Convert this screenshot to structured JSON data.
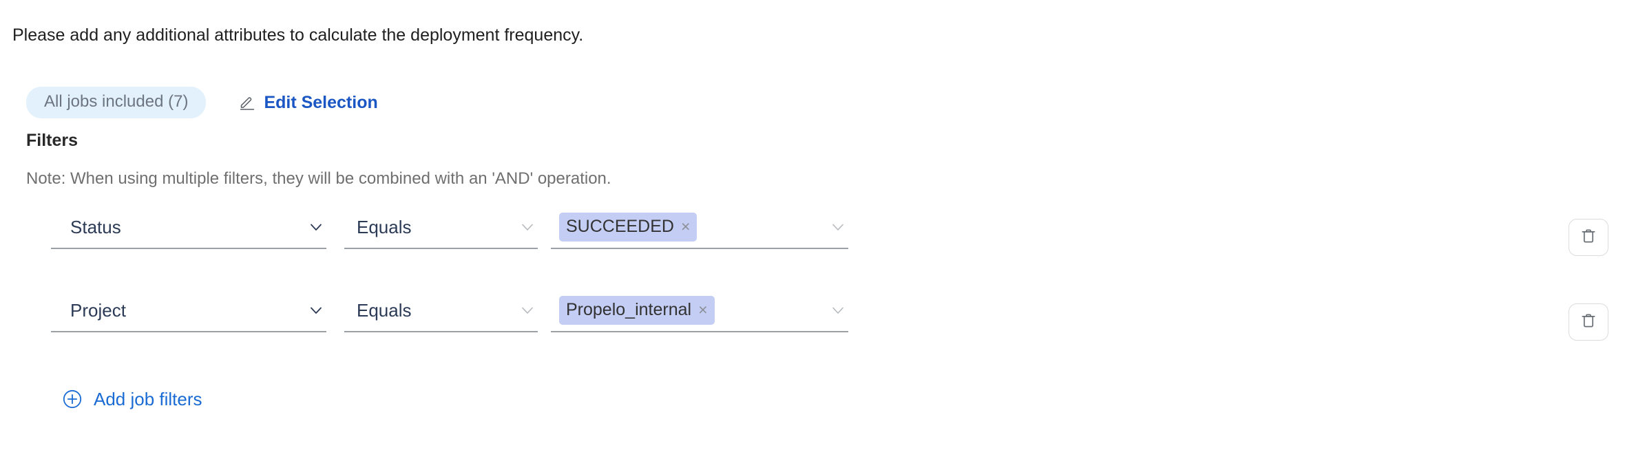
{
  "intro": {
    "text": "Please add any additional attributes to calculate the deployment frequency."
  },
  "selection": {
    "pill_label": "All jobs included (7)",
    "edit_label": "Edit Selection",
    "edit_icon": "pencil-icon"
  },
  "filters": {
    "title": "Filters",
    "note": "Note: When using multiple filters, they will be combined with an 'AND' operation.",
    "add_label": "Add job filters",
    "add_icon": "plus-circle-icon",
    "delete_icon": "trash-icon",
    "rows": [
      {
        "key": "Status",
        "operator": "Equals",
        "values": [
          {
            "label": "SUCCEEDED",
            "remove": "×"
          }
        ]
      },
      {
        "key": "Project",
        "operator": "Equals",
        "values": [
          {
            "label": "Propelo_internal",
            "remove": "×"
          }
        ]
      }
    ]
  },
  "colors": {
    "link": "#1a6bd4",
    "edit_link": "#1a56c4",
    "pill_bg": "#e2f1fb",
    "pill_text": "#6d7580",
    "chip_bg": "#c4cdf3",
    "chip_text": "#323232",
    "field_text": "#2b3a55",
    "underline": "#9aa0a6",
    "note_text": "#6f6f6f"
  }
}
